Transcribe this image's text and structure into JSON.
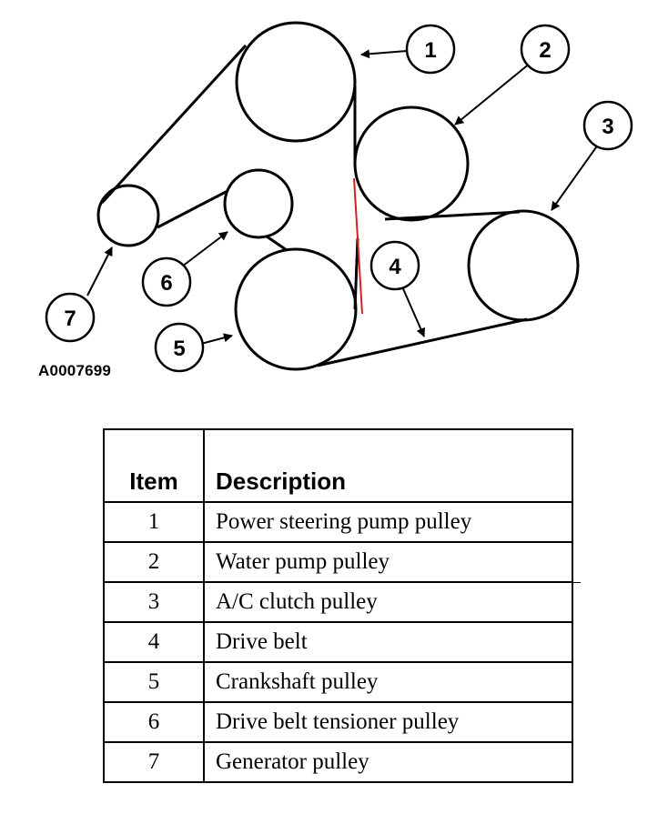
{
  "figure_id": "A0007699",
  "callouts": [
    "1",
    "2",
    "3",
    "4",
    "5",
    "6",
    "7"
  ],
  "table": {
    "headers": {
      "item": "Item",
      "description": "Description"
    },
    "rows": [
      {
        "item": "1",
        "description": "Power steering pump pulley"
      },
      {
        "item": "2",
        "description": "Water pump pulley"
      },
      {
        "item": "3",
        "description": "A/C clutch pulley"
      },
      {
        "item": "4",
        "description": "Drive belt"
      },
      {
        "item": "5",
        "description": "Crankshaft pulley"
      },
      {
        "item": "6",
        "description": "Drive belt tensioner pulley"
      },
      {
        "item": "7",
        "description": "Generator pulley"
      }
    ]
  },
  "colors": {
    "line": "#000000",
    "highlight": "#d42020"
  }
}
